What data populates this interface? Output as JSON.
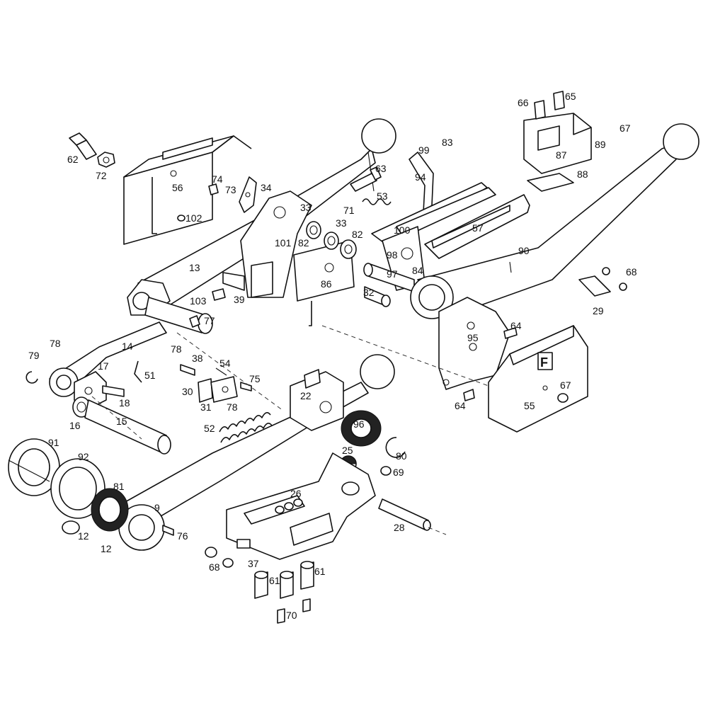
{
  "diagram": {
    "parts": [
      {
        "id": "p1",
        "label": "62"
      },
      {
        "id": "p2",
        "label": "72"
      },
      {
        "id": "p3",
        "label": "56"
      },
      {
        "id": "p4",
        "label": "74"
      },
      {
        "id": "p5",
        "label": "73"
      },
      {
        "id": "p6",
        "label": "34"
      },
      {
        "id": "p7",
        "label": "102"
      },
      {
        "id": "p8",
        "label": "13"
      },
      {
        "id": "p9",
        "label": "103"
      },
      {
        "id": "p10",
        "label": "77"
      },
      {
        "id": "p11",
        "label": "39"
      },
      {
        "id": "p12",
        "label": "33"
      },
      {
        "id": "p13",
        "label": "33"
      },
      {
        "id": "p14",
        "label": "101"
      },
      {
        "id": "p15",
        "label": "82"
      },
      {
        "id": "p16",
        "label": "82"
      },
      {
        "id": "p17",
        "label": "86"
      },
      {
        "id": "p18",
        "label": "63"
      },
      {
        "id": "p19",
        "label": "53"
      },
      {
        "id": "p20",
        "label": "71"
      },
      {
        "id": "p21",
        "label": "99"
      },
      {
        "id": "p22",
        "label": "83"
      },
      {
        "id": "p23",
        "label": "94"
      },
      {
        "id": "p24",
        "label": "100"
      },
      {
        "id": "p25",
        "label": "98"
      },
      {
        "id": "p26",
        "label": "97"
      },
      {
        "id": "p27",
        "label": "32"
      },
      {
        "id": "p28",
        "label": "84"
      },
      {
        "id": "p29",
        "label": "57"
      },
      {
        "id": "p30",
        "label": "90"
      },
      {
        "id": "p31",
        "label": "66"
      },
      {
        "id": "p32",
        "label": "65"
      },
      {
        "id": "p33",
        "label": "67"
      },
      {
        "id": "p34",
        "label": "87"
      },
      {
        "id": "p35",
        "label": "89"
      },
      {
        "id": "p36",
        "label": "88"
      },
      {
        "id": "p37",
        "label": "68"
      },
      {
        "id": "p38",
        "label": "29"
      },
      {
        "id": "p39",
        "label": "64"
      },
      {
        "id": "p40",
        "label": "95"
      },
      {
        "id": "p41",
        "label": "64"
      },
      {
        "id": "p42",
        "label": "55"
      },
      {
        "id": "p43",
        "label": "67"
      },
      {
        "id": "p44",
        "label": "78"
      },
      {
        "id": "p45",
        "label": "79"
      },
      {
        "id": "p46",
        "label": "14"
      },
      {
        "id": "p47",
        "label": "17"
      },
      {
        "id": "p48",
        "label": "51"
      },
      {
        "id": "p49",
        "label": "18"
      },
      {
        "id": "p50",
        "label": "16"
      },
      {
        "id": "p51",
        "label": "15"
      },
      {
        "id": "p52",
        "label": "78"
      },
      {
        "id": "p53",
        "label": "38"
      },
      {
        "id": "p54",
        "label": "54"
      },
      {
        "id": "p55",
        "label": "30"
      },
      {
        "id": "p56",
        "label": "75"
      },
      {
        "id": "p57",
        "label": "31"
      },
      {
        "id": "p58",
        "label": "78"
      },
      {
        "id": "p59",
        "label": "52"
      },
      {
        "id": "p60",
        "label": "22"
      },
      {
        "id": "p61",
        "label": "96"
      },
      {
        "id": "p62",
        "label": "80"
      },
      {
        "id": "p63",
        "label": "25"
      },
      {
        "id": "p64",
        "label": "69"
      },
      {
        "id": "p65",
        "label": "91"
      },
      {
        "id": "p66",
        "label": "92"
      },
      {
        "id": "p67",
        "label": "81"
      },
      {
        "id": "p68",
        "label": "9"
      },
      {
        "id": "p69",
        "label": "12"
      },
      {
        "id": "p70",
        "label": "12"
      },
      {
        "id": "p71",
        "label": "76"
      },
      {
        "id": "p72",
        "label": "26"
      },
      {
        "id": "p73",
        "label": "28"
      },
      {
        "id": "p74",
        "label": "68"
      },
      {
        "id": "p75",
        "label": "37"
      },
      {
        "id": "p76",
        "label": "61"
      },
      {
        "id": "p77",
        "label": "61"
      },
      {
        "id": "p78",
        "label": "70"
      }
    ],
    "logo_letter": "F"
  }
}
